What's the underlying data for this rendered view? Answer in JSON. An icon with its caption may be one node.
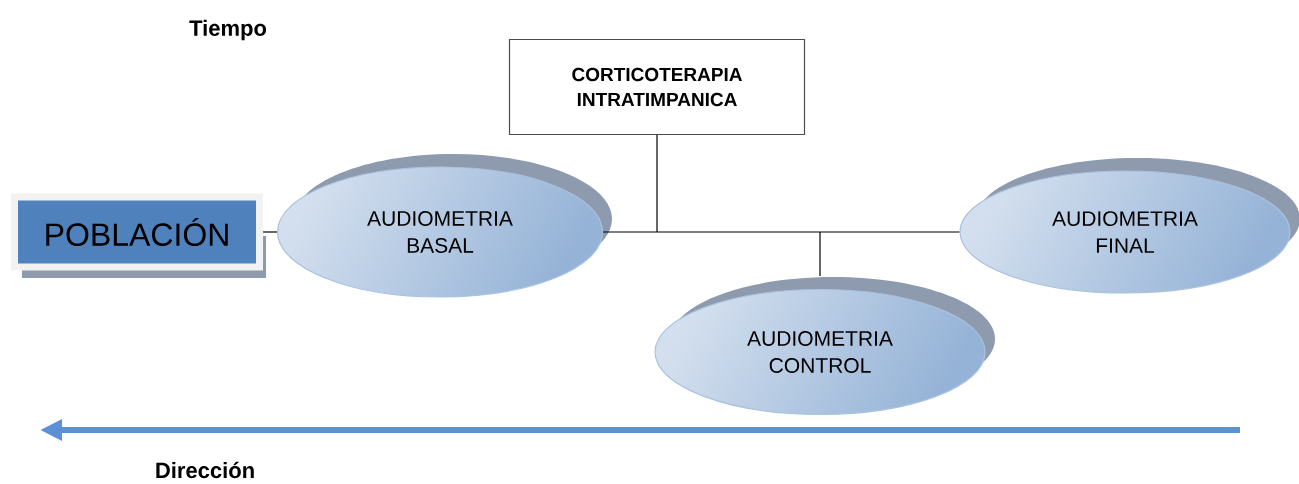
{
  "diagram": {
    "nodes": [
      {
        "text": [
          "CORTICOTERAPIA INTRATIMPANICA"
        ]
      },
      {
        "text": [
          "POBLACIÓN"
        ]
      },
      {
        "text": [
          "AUDIOMETRIA BASAL"
        ]
      },
      {
        "text": [
          "AUDIOMETRIA FINAL"
        ]
      },
      {
        "text": [
          "AUDIOMETRIA CONTROL"
        ]
      }
    ],
    "edges": [
      {
        "from": 0,
        "to": 2,
        "arrow": "none"
      },
      {
        "from": 0,
        "to": 3,
        "arrow": "none"
      },
      {
        "from": 2,
        "to": 3,
        "arrow": "none"
      },
      {
        "from": 1,
        "to": 2,
        "arrow": "none"
      },
      {
        "from": 4,
        "to": 2,
        "arrow": "none"
      },
      {
        "from": 4,
        "to": 3,
        "arrow": "none"
      }
    ],
    "labels": [
      "Tiempo",
      "Dirección"
    ]
  }
}
